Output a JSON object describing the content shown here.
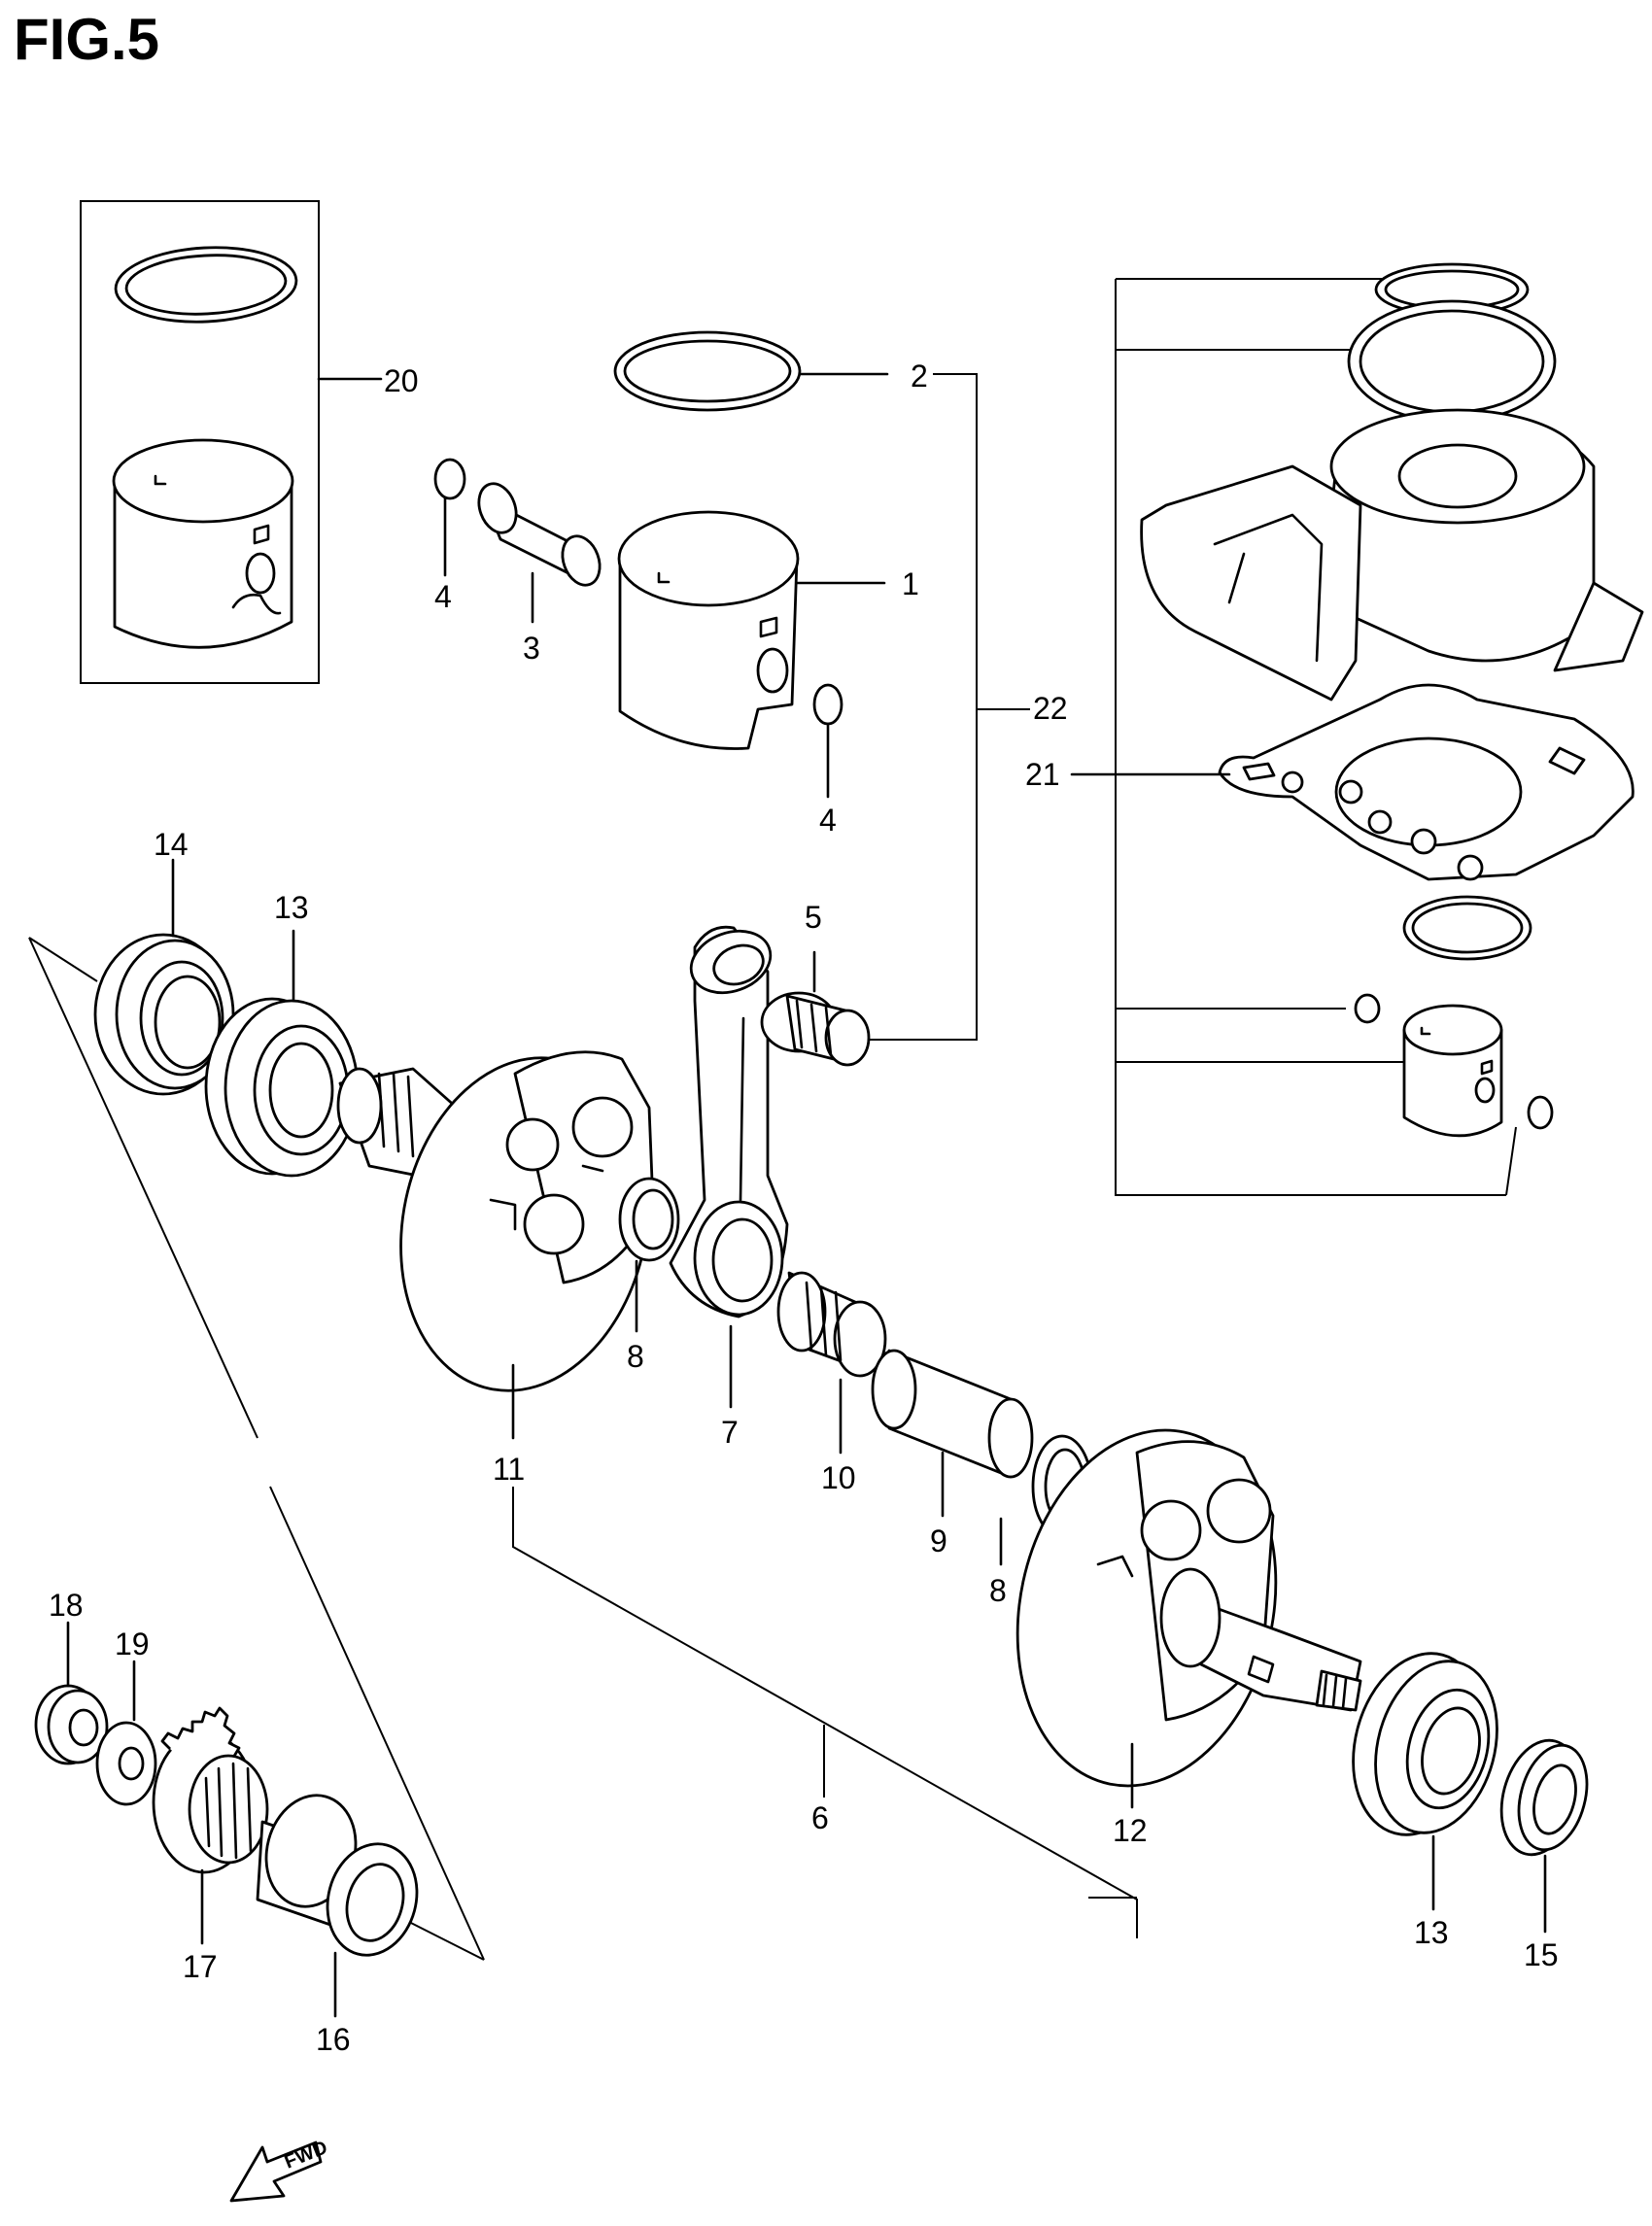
{
  "figure": {
    "title": "FIG.5"
  },
  "callouts": {
    "c1": "1",
    "c2": "2",
    "c3": "3",
    "c4a": "4",
    "c4b": "4",
    "c5": "5",
    "c6": "6",
    "c7": "7",
    "c8a": "8",
    "c8b": "8",
    "c9": "9",
    "c10": "10",
    "c11": "11",
    "c12": "12",
    "c13a": "13",
    "c13b": "13",
    "c14": "14",
    "c15": "15",
    "c16": "16",
    "c17": "17",
    "c18": "18",
    "c19": "19",
    "c20": "20",
    "c21": "21",
    "c22": "22"
  },
  "direction": {
    "label": "FWD"
  }
}
